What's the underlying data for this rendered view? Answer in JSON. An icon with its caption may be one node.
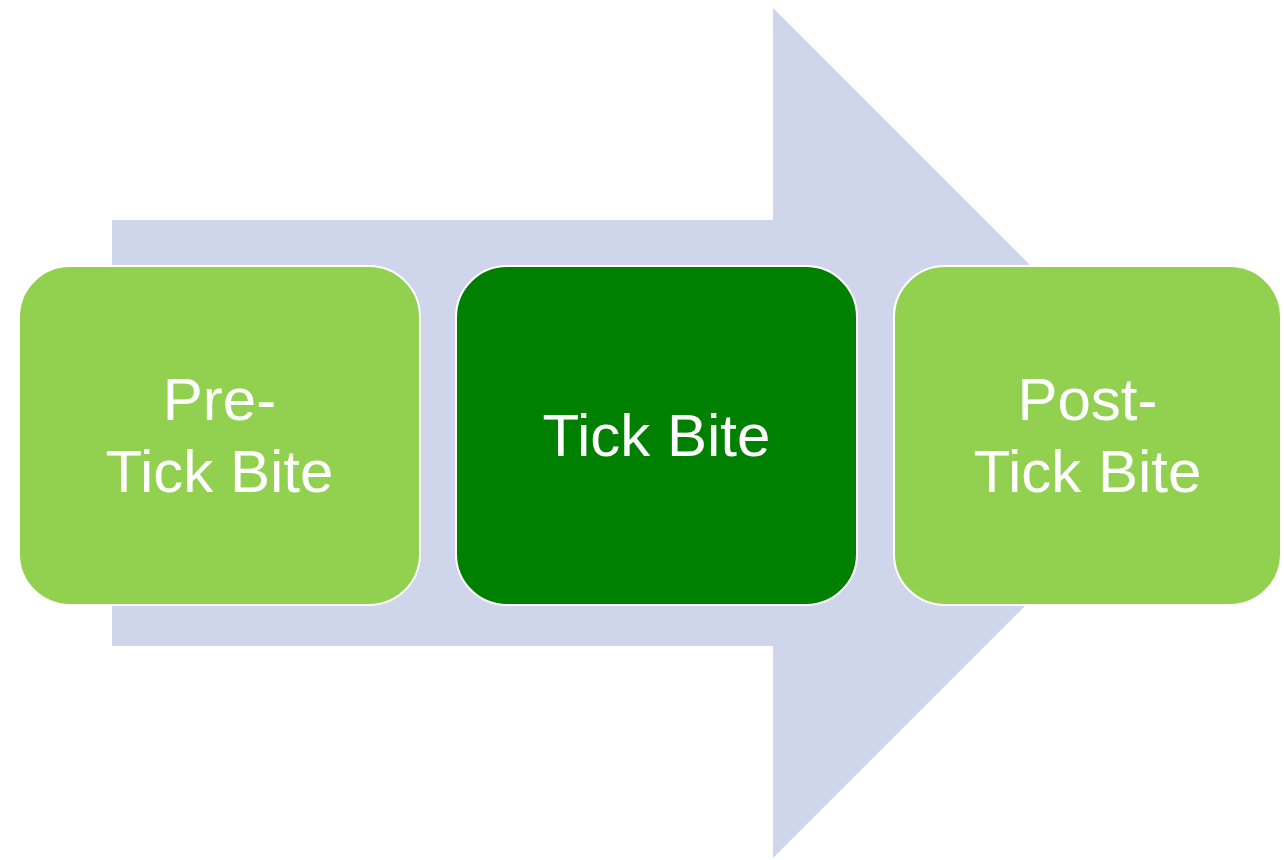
{
  "diagram": {
    "nodes": [
      {
        "text": [
          "Pre- Tick Bite"
        ]
      },
      {
        "text": [
          "Tick Bite"
        ]
      },
      {
        "text": [
          "Post- Tick Bite"
        ]
      }
    ],
    "edges": [
      {
        "from": 0,
        "to": 2,
        "arrow": "to"
      }
    ]
  }
}
